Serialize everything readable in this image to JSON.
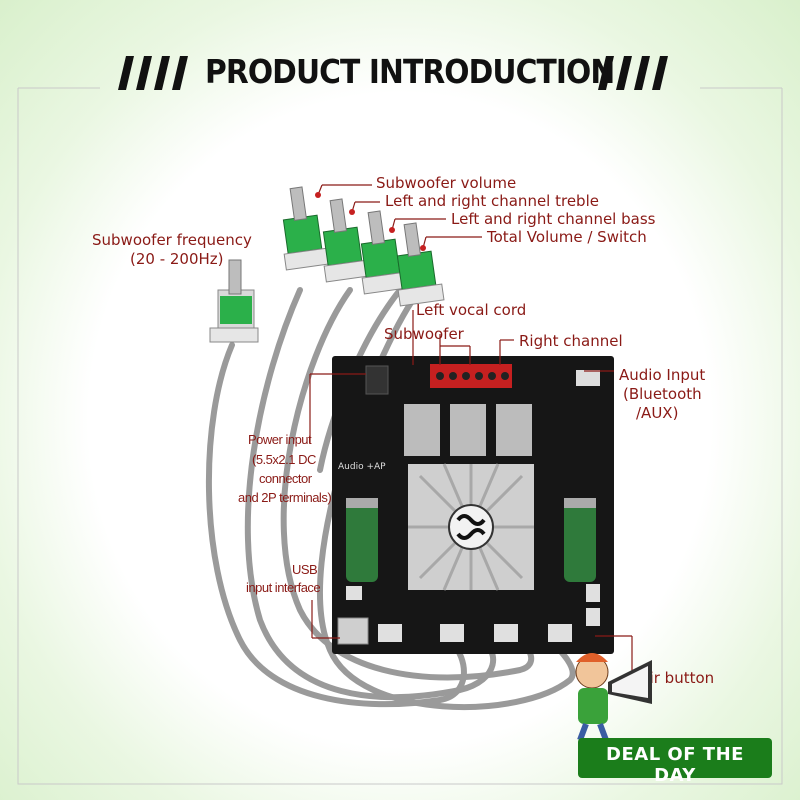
{
  "title": "PRODUCT INTRODUCTION",
  "labels": {
    "subwoofer_volume": "Subwoofer volume",
    "treble": "Left and right channel treble",
    "bass": "Left and right channel bass",
    "total_volume": "Total Volume / Switch",
    "subwoofer_frequency": "Subwoofer frequency",
    "subwoofer_frequency_range": "(20 - 200Hz)",
    "left_vocal_cord": "Left vocal cord",
    "subwoofer": "Subwoofer",
    "right_channel": "Right channel",
    "audio_input_1": "Audio Input",
    "audio_input_2": "(Bluetooth",
    "audio_input_3": "/AUX)",
    "power_input_1": "Power input",
    "power_input_2": "(5.5x2.1 DC",
    "power_input_3": "connector",
    "power_input_4": "and 2P terminals)",
    "usb_1": "USB",
    "usb_2": "input interface",
    "pair_button": "Pair button",
    "board_silk": "Audio +AP"
  },
  "badge": "DEAL OF THE DAY",
  "colors": {
    "label": "#8a1a16",
    "pcb": "#151515",
    "badge": "#1b7d1b",
    "pot": "#2bb04a"
  }
}
